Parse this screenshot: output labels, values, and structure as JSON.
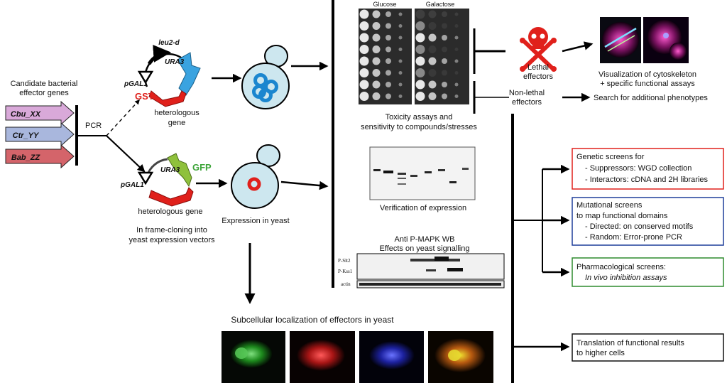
{
  "left": {
    "candidate_title": [
      "Candidate bacterial",
      "effector genes"
    ],
    "genes": [
      "Cbu_XX",
      "Ctr_YY",
      "Bab_ZZ"
    ],
    "gene_colors": [
      "#d9a9d9",
      "#a9b7dd",
      "#d4646a"
    ],
    "pcr": "PCR"
  },
  "vectors": {
    "top": {
      "marker1": "leu2-d",
      "marker2": "URA3",
      "promoter": "pGAL1",
      "tag": "GST",
      "gene": [
        "heterologous",
        "gene"
      ]
    },
    "bottom": {
      "marker": "URA3",
      "tag": "GFP",
      "promoter": "pGAL1",
      "gene": "heterologous gene"
    },
    "cloning": [
      "In frame-cloning into",
      "yeast expression vectors"
    ],
    "tag_colors": {
      "gst": "#e0201b",
      "gfp": "#3ea53a"
    }
  },
  "yeast": {
    "expression": "Expression in yeast"
  },
  "toxicity": {
    "glucose": "Glucose",
    "galactose": "Galactose",
    "caption": [
      "Toxicity assays and",
      "sensitivity to compounds/stresses"
    ]
  },
  "expression_blot": {
    "caption": "Verification of expression"
  },
  "mapk": {
    "title": "Anti P-MAPK WB",
    "subtitle": "Effects on yeast signalling",
    "rows": [
      "P-Slt2",
      "P-Kss1",
      "actin"
    ]
  },
  "subcellular": {
    "title": "Subcellular localization of effectors in yeast"
  },
  "outcomes": {
    "lethal": [
      "Lethal",
      "effectors"
    ],
    "nonlethal": [
      "Non-lethal",
      "effectors"
    ],
    "visualization": [
      "Visualization of cytoskeleton",
      "+ specific functional assays"
    ],
    "search": "Search for additional phenotypes"
  },
  "screens": {
    "genetic": {
      "lines": [
        "Genetic screens for",
        "- Suppressors: WGD collection",
        "- Interactors: cDNA and 2H libraries"
      ],
      "color": "#e0201b"
    },
    "mutational": {
      "lines": [
        "Mutational screens",
        "to map functional domains",
        "- Directed: on conserved motifs",
        "- Random: Error-prone PCR"
      ],
      "color": "#1f3f9a"
    },
    "pharmacological": {
      "lines": [
        "Pharmacological screens:",
        "In vivo inhibition assays"
      ],
      "color": "#2e8b2e"
    },
    "translation": {
      "lines": [
        "Translation of functional results",
        "to higher cells"
      ],
      "color": "#111111"
    }
  }
}
